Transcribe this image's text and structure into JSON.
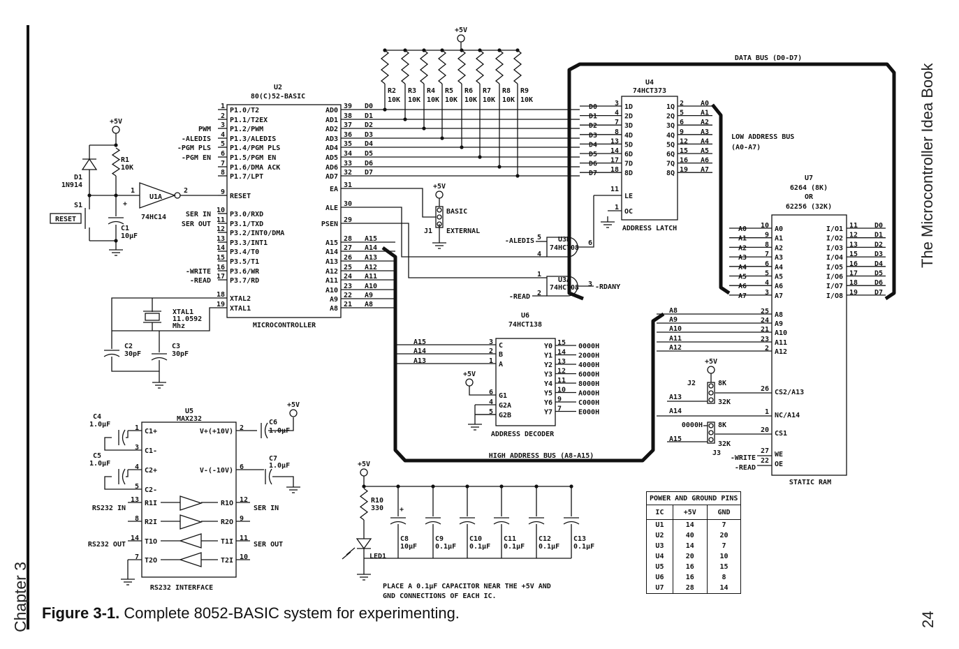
{
  "caption": {
    "label": "Figure 3-1.",
    "text": "Complete 8052-BASIC system for experimenting."
  },
  "side": {
    "chapter": "Chapter 3",
    "book_title": "The Microcontroller Idea Book",
    "page_number": "24"
  },
  "colors": {
    "ink": "#111111",
    "paper": "#ffffff"
  },
  "u2": {
    "ref": "U2",
    "part": "80(C)52-BASIC",
    "caption": "MICROCONTROLLER",
    "left_pins": [
      {
        "num": "1",
        "name": "P1.0/T2"
      },
      {
        "num": "2",
        "name": "P1.1/T2EX"
      },
      {
        "num": "3",
        "name": "P1.2/PWM"
      },
      {
        "num": "4",
        "name": "P1.3/ALEDIS"
      },
      {
        "num": "5",
        "name": "P1.4/PGM PLS"
      },
      {
        "num": "6",
        "name": "P1.5/PGM EN"
      },
      {
        "num": "7",
        "name": "P1.6/DMA ACK"
      },
      {
        "num": "8",
        "name": "P1.7/LPT"
      },
      {
        "num": "9",
        "name": "RESET"
      },
      {
        "num": "10",
        "name": "P3.0/RXD"
      },
      {
        "num": "11",
        "name": "P3.1/TXD"
      },
      {
        "num": "12",
        "name": "P3.2/INT0/DMA"
      },
      {
        "num": "13",
        "name": "P3.3/INT1"
      },
      {
        "num": "14",
        "name": "P3.4/T0"
      },
      {
        "num": "15",
        "name": "P3.5/T1"
      },
      {
        "num": "16",
        "name": "P3.6/WR"
      },
      {
        "num": "17",
        "name": "P3.7/RD"
      },
      {
        "num": "18",
        "name": "XTAL2"
      },
      {
        "num": "19",
        "name": "XTAL1"
      }
    ],
    "right_pins": [
      {
        "num": "39",
        "name": "AD0",
        "net": "D0"
      },
      {
        "num": "38",
        "name": "AD1",
        "net": "D1"
      },
      {
        "num": "37",
        "name": "AD2",
        "net": "D2"
      },
      {
        "num": "36",
        "name": "AD3",
        "net": "D3"
      },
      {
        "num": "35",
        "name": "AD4",
        "net": "D4"
      },
      {
        "num": "34",
        "name": "AD5",
        "net": "D5"
      },
      {
        "num": "33",
        "name": "AD6",
        "net": "D6"
      },
      {
        "num": "32",
        "name": "AD7",
        "net": "D7"
      },
      {
        "num": "31",
        "name": "EA",
        "net": ""
      },
      {
        "num": "30",
        "name": "ALE",
        "net": ""
      },
      {
        "num": "29",
        "name": "PSEN",
        "net": ""
      },
      {
        "num": "28",
        "name": "A15",
        "net": "A15"
      },
      {
        "num": "27",
        "name": "A14",
        "net": "A14"
      },
      {
        "num": "26",
        "name": "A13",
        "net": "A13"
      },
      {
        "num": "25",
        "name": "A12",
        "net": "A12"
      },
      {
        "num": "24",
        "name": "A11",
        "net": "A11"
      },
      {
        "num": "23",
        "name": "A10",
        "net": "A10"
      },
      {
        "num": "22",
        "name": "A9",
        "net": "A9"
      },
      {
        "num": "21",
        "name": "A8",
        "net": "A8"
      }
    ],
    "left_signals": [
      "PWM",
      "-ALEDIS",
      "-PGM PLS",
      "-PGM EN",
      "SER IN",
      "SER OUT",
      "-WRITE",
      "-READ"
    ]
  },
  "u4": {
    "ref": "U4",
    "part": "74HCT373",
    "caption": "ADDRESS LATCH",
    "in_pins": [
      {
        "num": "3",
        "name": "1D",
        "net": "D0"
      },
      {
        "num": "4",
        "name": "2D",
        "net": "D1"
      },
      {
        "num": "7",
        "name": "3D",
        "net": "D2"
      },
      {
        "num": "8",
        "name": "4D",
        "net": "D3"
      },
      {
        "num": "13",
        "name": "5D",
        "net": "D4"
      },
      {
        "num": "14",
        "name": "6D",
        "net": "D5"
      },
      {
        "num": "17",
        "name": "7D",
        "net": "D6"
      },
      {
        "num": "18",
        "name": "8D",
        "net": "D7"
      }
    ],
    "out_pins": [
      {
        "num": "2",
        "name": "1Q",
        "net": "A0"
      },
      {
        "num": "5",
        "name": "2Q",
        "net": "A1"
      },
      {
        "num": "6",
        "name": "3Q",
        "net": "A2"
      },
      {
        "num": "9",
        "name": "4Q",
        "net": "A3"
      },
      {
        "num": "12",
        "name": "5Q",
        "net": "A4"
      },
      {
        "num": "15",
        "name": "6Q",
        "net": "A5"
      },
      {
        "num": "16",
        "name": "7Q",
        "net": "A6"
      },
      {
        "num": "19",
        "name": "8Q",
        "net": "A7"
      }
    ],
    "le": {
      "num": "11",
      "name": "LE"
    },
    "oc": {
      "num": "1",
      "name": "OC"
    }
  },
  "u7": {
    "ref": "U7",
    "part_line1": "6264 (8K)",
    "part_line2": "OR",
    "part_line3": "62256 (32K)",
    "caption": "STATIC RAM",
    "addr_pins": [
      {
        "num": "10",
        "name": "A0",
        "net": "A0"
      },
      {
        "num": "9",
        "name": "A1",
        "net": "A1"
      },
      {
        "num": "8",
        "name": "A2",
        "net": "A2"
      },
      {
        "num": "7",
        "name": "A3",
        "net": "A3"
      },
      {
        "num": "6",
        "name": "A4",
        "net": "A4"
      },
      {
        "num": "5",
        "name": "A5",
        "net": "A5"
      },
      {
        "num": "4",
        "name": "A6",
        "net": "A6"
      },
      {
        "num": "3",
        "name": "A7",
        "net": "A7"
      }
    ],
    "hi_pins": [
      {
        "num": "25",
        "name": "A8",
        "net": "A8"
      },
      {
        "num": "24",
        "name": "A9",
        "net": "A9"
      },
      {
        "num": "21",
        "name": "A10",
        "net": "A10"
      },
      {
        "num": "23",
        "name": "A11",
        "net": "A11"
      },
      {
        "num": "2",
        "name": "A12",
        "net": "A12"
      }
    ],
    "io_pins": [
      {
        "num": "11",
        "name": "I/O1",
        "net": "D0"
      },
      {
        "num": "12",
        "name": "I/O2",
        "net": "D1"
      },
      {
        "num": "13",
        "name": "I/O3",
        "net": "D2"
      },
      {
        "num": "15",
        "name": "I/O4",
        "net": "D3"
      },
      {
        "num": "16",
        "name": "I/O5",
        "net": "D4"
      },
      {
        "num": "17",
        "name": "I/O6",
        "net": "D5"
      },
      {
        "num": "18",
        "name": "I/O7",
        "net": "D6"
      },
      {
        "num": "19",
        "name": "I/O8",
        "net": "D7"
      }
    ],
    "ctrl_pins": [
      {
        "num": "26",
        "name": "CS2/A13"
      },
      {
        "num": "1",
        "name": "NC/A14"
      },
      {
        "num": "20",
        "name": "CS1"
      },
      {
        "num": "27",
        "name": "WE"
      },
      {
        "num": "22",
        "name": "OE"
      }
    ],
    "ctrl_signals": [
      "A13",
      "A14",
      "0000H",
      "A15",
      "-WRITE",
      "-READ"
    ]
  },
  "u6": {
    "ref": "U6",
    "part": "74HCT138",
    "caption": "ADDRESS DECODER",
    "inputs": [
      {
        "num": "3",
        "name": "C",
        "net": "A15"
      },
      {
        "num": "2",
        "name": "B",
        "net": "A14"
      },
      {
        "num": "1",
        "name": "A",
        "net": "A13"
      }
    ],
    "enables": [
      {
        "num": "6",
        "name": "G1"
      },
      {
        "num": "4",
        "name": "G2A"
      },
      {
        "num": "5",
        "name": "G2B"
      }
    ],
    "outputs": [
      {
        "num": "15",
        "name": "Y0",
        "addr": "0000H"
      },
      {
        "num": "14",
        "name": "Y1",
        "addr": "2000H"
      },
      {
        "num": "13",
        "name": "Y2",
        "addr": "4000H"
      },
      {
        "num": "12",
        "name": "Y3",
        "addr": "6000H"
      },
      {
        "num": "11",
        "name": "Y4",
        "addr": "8000H"
      },
      {
        "num": "10",
        "name": "Y5",
        "addr": "A000H"
      },
      {
        "num": "9",
        "name": "Y6",
        "addr": "C000H"
      },
      {
        "num": "7",
        "name": "Y7",
        "addr": "E000H"
      }
    ]
  },
  "u3": {
    "u3b": {
      "ref": "U3B",
      "part": "74HCT08",
      "pins": [
        "5",
        "4",
        "6"
      ],
      "in_signal": "-ALEDIS"
    },
    "u3a": {
      "ref": "U3A",
      "part": "74HCT08",
      "pins": [
        "1",
        "2",
        "3"
      ],
      "in_signal": "-READ",
      "out_signal": "-RDANY"
    }
  },
  "u1": {
    "ref": "U1A",
    "part": "74HC14",
    "pins": [
      "1",
      "2"
    ]
  },
  "u5": {
    "ref": "U5",
    "part": "MAX232",
    "caption": "RS232 INTERFACE",
    "left_pins": [
      {
        "num": "1",
        "name": "C1+"
      },
      {
        "num": "3",
        "name": "C1-"
      },
      {
        "num": "4",
        "name": "C2+"
      },
      {
        "num": "5",
        "name": "C2-"
      },
      {
        "num": "13",
        "name": "R1I"
      },
      {
        "num": "8",
        "name": "R2I"
      },
      {
        "num": "14",
        "name": "T1O"
      },
      {
        "num": "7",
        "name": "T2O"
      }
    ],
    "right_pins": [
      {
        "num": "2",
        "name": "V+(+10V)"
      },
      {
        "num": "6",
        "name": "V-(-10V)"
      },
      {
        "num": "12",
        "name": "R1O"
      },
      {
        "num": "9",
        "name": "R2O"
      },
      {
        "num": "11",
        "name": "T1I"
      },
      {
        "num": "10",
        "name": "T2I"
      }
    ],
    "signals": {
      "rs_in": "RS232 IN",
      "rs_out": "RS232 OUT",
      "ser_in": "SER IN",
      "ser_out": "SER OUT"
    }
  },
  "resistors": [
    {
      "ref": "R2",
      "value": "10K"
    },
    {
      "ref": "R3",
      "value": "10K"
    },
    {
      "ref": "R4",
      "value": "10K"
    },
    {
      "ref": "R5",
      "value": "10K"
    },
    {
      "ref": "R6",
      "value": "10K"
    },
    {
      "ref": "R7",
      "value": "10K"
    },
    {
      "ref": "R8",
      "value": "10K"
    },
    {
      "ref": "R9",
      "value": "10K"
    }
  ],
  "parts": {
    "r1": {
      "ref": "R1",
      "value": "10K"
    },
    "d1": {
      "ref": "D1",
      "value": "1N914"
    },
    "s1": {
      "ref": "S1",
      "button": "RESET"
    },
    "c1": {
      "ref": "C1",
      "value": "10µF"
    },
    "c2": {
      "ref": "C2",
      "value": "30pF"
    },
    "c3": {
      "ref": "C3",
      "value": "30pF"
    },
    "xtal": {
      "ref": "XTAL1",
      "value": "11.0592",
      "unit": "Mhz"
    },
    "c4": {
      "ref": "C4",
      "value": "1.0µF"
    },
    "c5": {
      "ref": "C5",
      "value": "1.0µF"
    },
    "c6": {
      "ref": "C6",
      "value": "1.0µF"
    },
    "c7": {
      "ref": "C7",
      "value": "1.0µF"
    },
    "r10": {
      "ref": "R10",
      "value": "330"
    },
    "led": {
      "ref": "LED1"
    },
    "j1": {
      "ref": "J1",
      "opt1": "BASIC",
      "opt2": "EXTERNAL"
    },
    "j2": {
      "ref": "J2",
      "opt1": "8K",
      "opt2": "32K"
    },
    "j3": {
      "ref": "J3",
      "opt1": "8K",
      "opt2": "32K"
    }
  },
  "bypass_caps": [
    {
      "ref": "C8",
      "value": "10µF"
    },
    {
      "ref": "C9",
      "value": "0.1µF"
    },
    {
      "ref": "C10",
      "value": "0.1µF"
    },
    {
      "ref": "C11",
      "value": "0.1µF"
    },
    {
      "ref": "C12",
      "value": "0.1µF"
    },
    {
      "ref": "C13",
      "value": "0.1µF"
    }
  ],
  "power_label": "+5V",
  "bus_labels": {
    "data": "DATA BUS (D0-D7)",
    "low_line1": "LOW ADDRESS BUS",
    "low_line2": "(A0-A7)",
    "high": "HIGH ADDRESS BUS (A8-A15)"
  },
  "note": [
    "PLACE A 0.1µF CAPACITOR NEAR THE +5V AND",
    "GND CONNECTIONS OF EACH IC."
  ],
  "power_table": {
    "title": "POWER AND GROUND PINS",
    "headers": [
      "IC",
      "+5V",
      "GND"
    ],
    "rows": [
      [
        "U1",
        "14",
        "7"
      ],
      [
        "U2",
        "40",
        "20"
      ],
      [
        "U3",
        "14",
        "7"
      ],
      [
        "U4",
        "20",
        "10"
      ],
      [
        "U5",
        "16",
        "15"
      ],
      [
        "U6",
        "16",
        "8"
      ],
      [
        "U7",
        "28",
        "14"
      ]
    ]
  }
}
